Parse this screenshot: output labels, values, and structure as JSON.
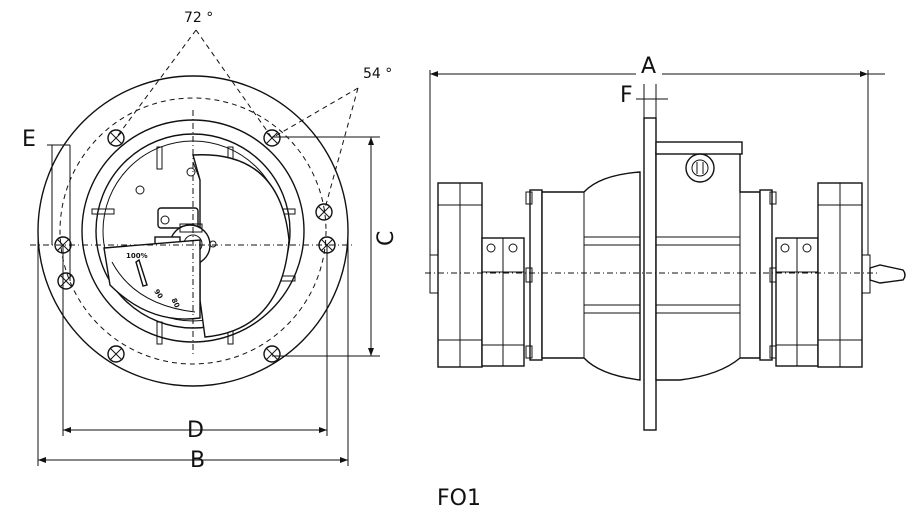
{
  "title": "FO1",
  "dimensions": {
    "a": "A",
    "b": "B",
    "c": "C",
    "d": "D",
    "e": "E",
    "f": "F"
  },
  "angles": {
    "top": "72 °",
    "right": "54 °"
  },
  "gauge": {
    "full": "100%",
    "mark_90": "90",
    "mark_80": "80"
  }
}
